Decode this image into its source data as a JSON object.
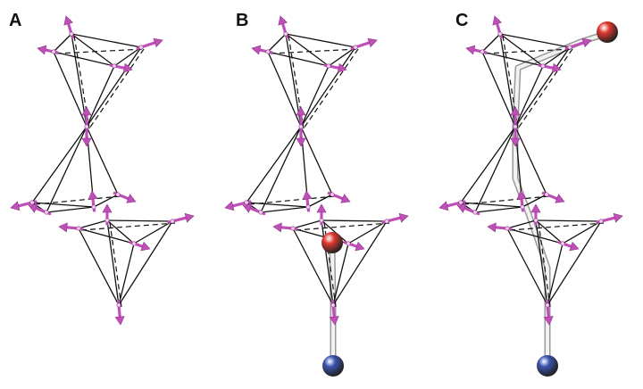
{
  "panels": [
    {
      "label": "A",
      "monopole": false
    },
    {
      "label": "B",
      "monopole": true
    },
    {
      "label": "C",
      "monopole": true
    }
  ],
  "colors": {
    "spin": "#c050b8",
    "spin_dark": "#8e2f88",
    "edge": "#111111",
    "plus_charge": "#e0392f",
    "minus_charge": "#3b54b2",
    "string": "#d8d8d8"
  },
  "icons": {
    "spin": "spin-arrow-icon",
    "positive": "red-monopole-icon",
    "negative": "blue-monopole-icon"
  }
}
